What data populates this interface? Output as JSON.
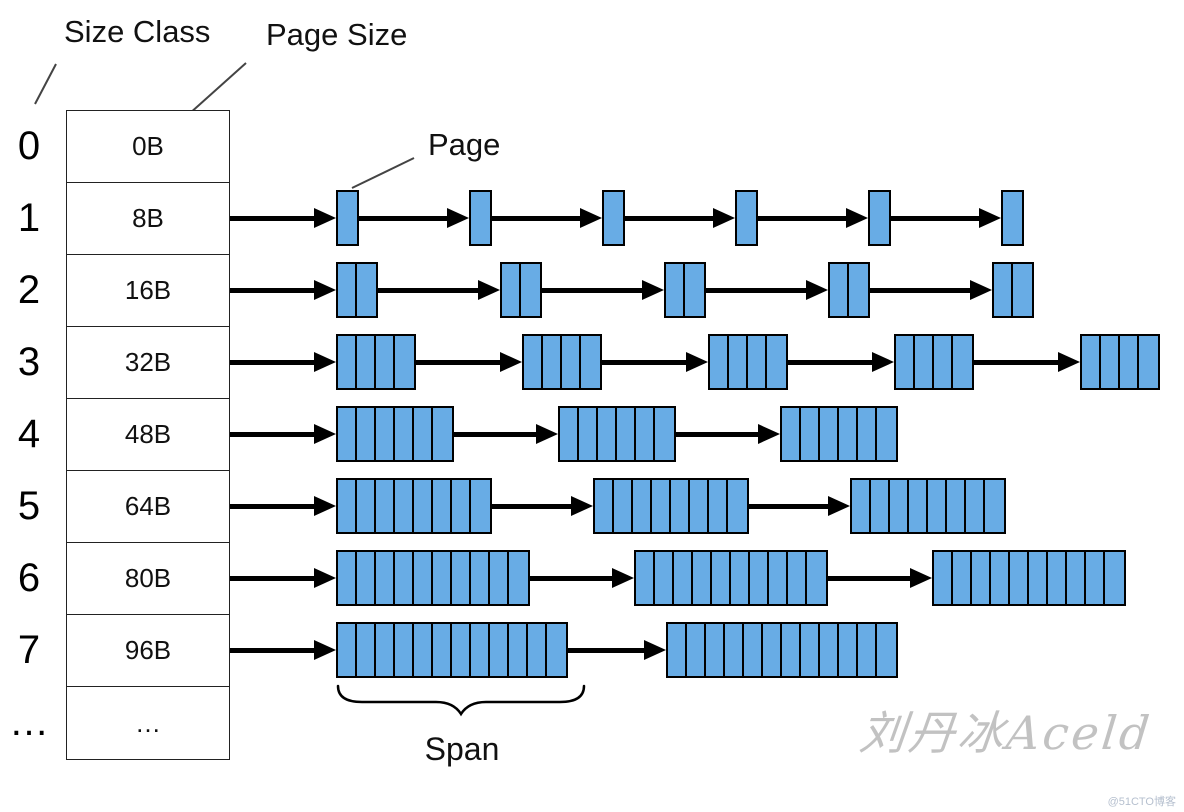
{
  "title_labels": {
    "size_class": "Size Class",
    "page_size": "Page Size",
    "page": "Page",
    "span": "Span"
  },
  "watermark": "刘丹冰Aceld",
  "credit": "@51CTO博客",
  "colors": {
    "block_fill": "#68ACE5",
    "block_border": "#000000",
    "arrow": "#000000",
    "pointer_line": "#444444"
  },
  "diagram": {
    "rows": [
      {
        "size_class": "0",
        "page_size": "0B",
        "blocks": []
      },
      {
        "size_class": "1",
        "page_size": "8B",
        "blocks": [
          1,
          1,
          1,
          1,
          1,
          1
        ]
      },
      {
        "size_class": "2",
        "page_size": "16B",
        "blocks": [
          2,
          2,
          2,
          2,
          2
        ]
      },
      {
        "size_class": "3",
        "page_size": "32B",
        "blocks": [
          4,
          4,
          4,
          4,
          4
        ]
      },
      {
        "size_class": "4",
        "page_size": "48B",
        "blocks": [
          6,
          6,
          6
        ]
      },
      {
        "size_class": "5",
        "page_size": "64B",
        "blocks": [
          8,
          8,
          8
        ]
      },
      {
        "size_class": "6",
        "page_size": "80B",
        "blocks": [
          10,
          10,
          10
        ]
      },
      {
        "size_class": "7",
        "page_size": "96B",
        "blocks": [
          12,
          12
        ]
      },
      {
        "size_class": "…",
        "page_size": "…",
        "blocks": []
      }
    ]
  }
}
